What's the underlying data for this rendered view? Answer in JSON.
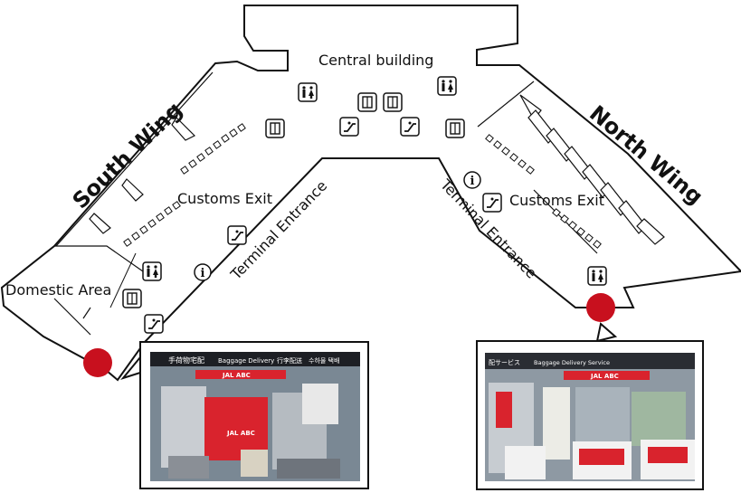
{
  "map": {
    "central_label": "Central building",
    "south_wing_label": "South Wing",
    "north_wing_label": "North Wing",
    "customs_exit_left": "Customs Exit",
    "customs_exit_right": "Customs Exit",
    "terminal_entrance_left": "Terminal Entrance",
    "terminal_entrance_right": "Terminal Entrance",
    "domestic_area_label": "Domestic Area"
  },
  "icons": {
    "info_symbol": "i",
    "restroom": "restroom-icon",
    "elevator": "elevator-icon",
    "escalator": "escalator-icon",
    "location": "location-marker-icon"
  },
  "photos": {
    "left": {
      "sign_jp": "手荷物宅配",
      "sign_en": "Baggage Delivery",
      "sign_cn": "行李配送",
      "sign_kr": "수하물 택배",
      "brand": "JAL ABC"
    },
    "right": {
      "sign_jp": "配サービス",
      "sign_en": "Baggage Delivery Service",
      "brand": "JAL ABC"
    }
  },
  "colors": {
    "marker": "#c8101e",
    "outline": "#111111",
    "brand_red": "#d9232d"
  }
}
